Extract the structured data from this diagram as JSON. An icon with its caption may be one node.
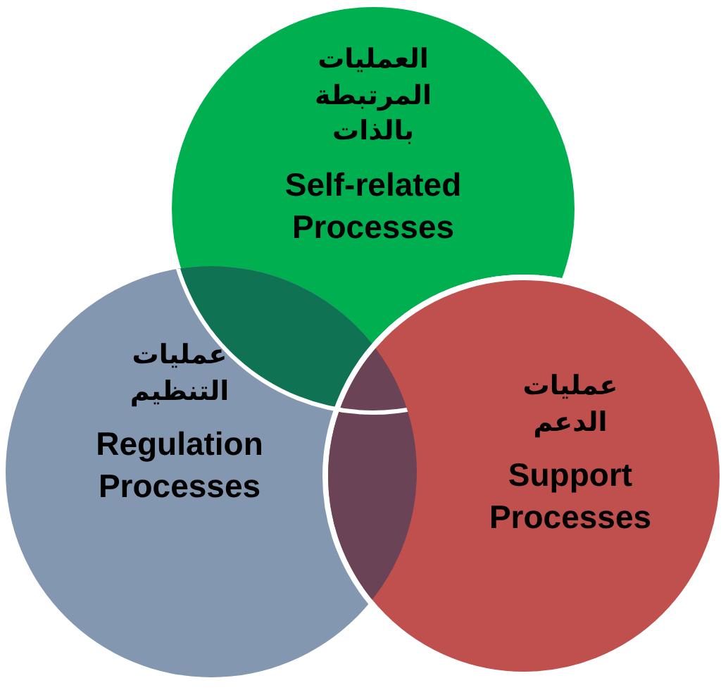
{
  "diagram": {
    "nodes": [
      {
        "text": [
          "العمليات المرتبطة بالذات",
          "Self-related Processes"
        ]
      },
      {
        "text": [
          "عمليات التنظيم",
          "Regulation Processes"
        ]
      },
      {
        "text": [
          "عمليات الدعم",
          "Support Processes"
        ]
      }
    ],
    "edges": []
  }
}
